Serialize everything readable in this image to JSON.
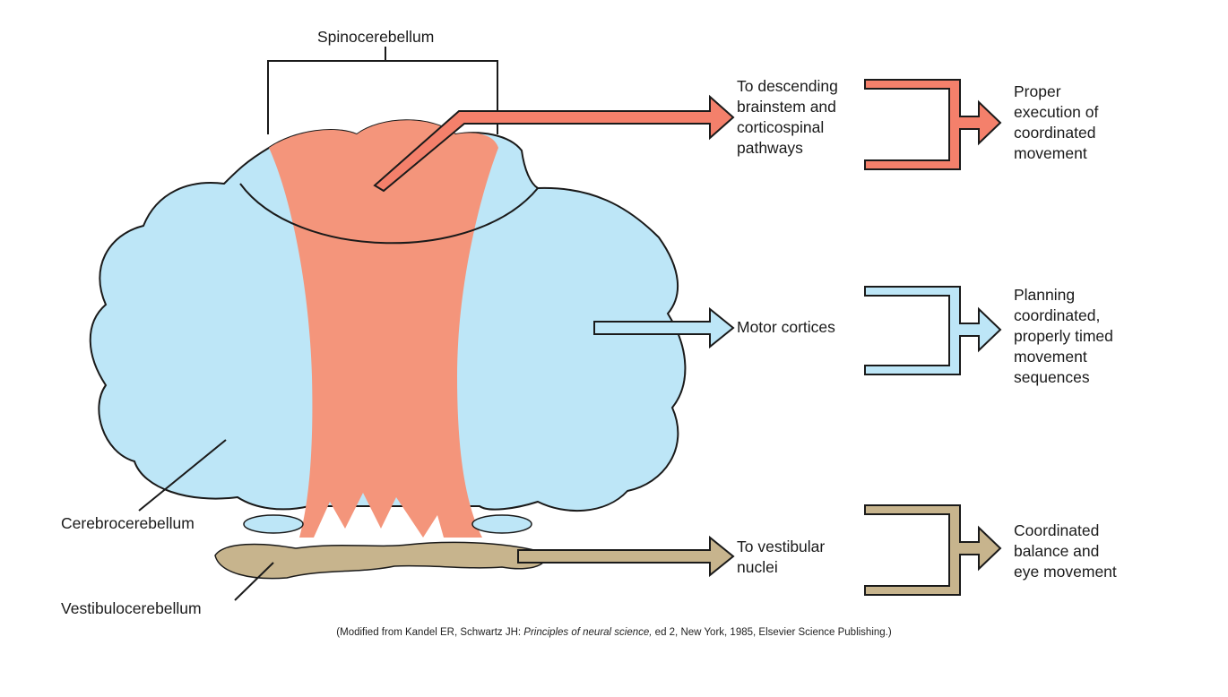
{
  "labels": {
    "spinocerebellum": "Spinocerebellum",
    "cerebrocerebellum": "Cerebrocerebellum",
    "vestibulocerebellum": "Vestibulocerebellum"
  },
  "outputs": [
    {
      "target": "To descending\nbrainstem and\ncorticospinal\npathways",
      "function": "Proper\nexecution of\ncoordinated\nmovement",
      "color": "#f4806b"
    },
    {
      "target": "Motor cortices",
      "function": "Planning\ncoordinated,\nproperly timed\nmovement\nsequences",
      "color": "#bde6f7"
    },
    {
      "target": "To vestibular\nnuclei",
      "function": "Coordinated\nbalance and\neye movement",
      "color": "#c7b48d"
    }
  ],
  "caption": {
    "prefix": "(Modified from Kandel ER, Schwartz JH: ",
    "title": "Principles of neural science,",
    "suffix": " ed 2, New York, 1985, Elsevier Science Publishing.)"
  },
  "colors": {
    "lateral": "#bde6f7",
    "vermis": "#f4957b",
    "vestibular": "#c7b48d",
    "outline": "#1a1a1a"
  }
}
